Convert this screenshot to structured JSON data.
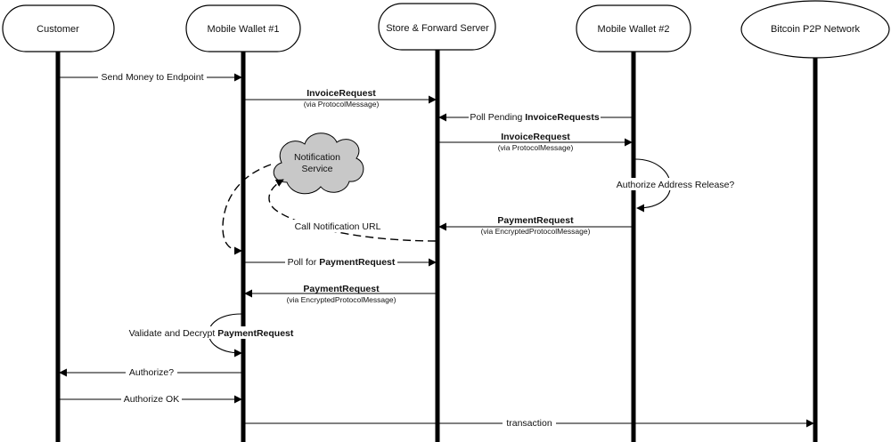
{
  "participants": [
    {
      "id": "customer",
      "label": "Customer"
    },
    {
      "id": "wallet1",
      "label": "Mobile Wallet #1"
    },
    {
      "id": "server",
      "label": "Store & Forward Server"
    },
    {
      "id": "wallet2",
      "label": "Mobile Wallet #2"
    },
    {
      "id": "bitcoin",
      "label": "Bitcoin P2P Network"
    }
  ],
  "cloud": {
    "line1": "Notification",
    "line2": "Service",
    "color": "#c8c8c8"
  },
  "messages": {
    "send_money": "Send Money to Endpoint",
    "invoice_request_1": {
      "label": "InvoiceRequest",
      "sub": "(via ProtocolMessage)"
    },
    "poll_pending": {
      "prefix": "Poll Pending ",
      "bold": "InvoiceRequests"
    },
    "invoice_request_2": {
      "label": "InvoiceRequest",
      "sub": "(via ProtocolMessage)"
    },
    "authorize_release": "Authorize Address Release?",
    "payment_request_1": {
      "label": "PaymentRequest",
      "sub": "(via EncryptedProtocolMessage)"
    },
    "call_notification": "Call Notification URL",
    "poll_payment": {
      "prefix": "Poll for ",
      "bold": "PaymentRequest"
    },
    "payment_request_2": {
      "label": "PaymentRequest",
      "sub": "(via EncryptedProtocolMessage)"
    },
    "validate_decrypt": {
      "prefix": "Validate and Decrypt ",
      "bold": "PaymentRequest"
    },
    "authorize": "Authorize?",
    "authorize_ok": "Authorize OK",
    "transaction": "transaction"
  }
}
